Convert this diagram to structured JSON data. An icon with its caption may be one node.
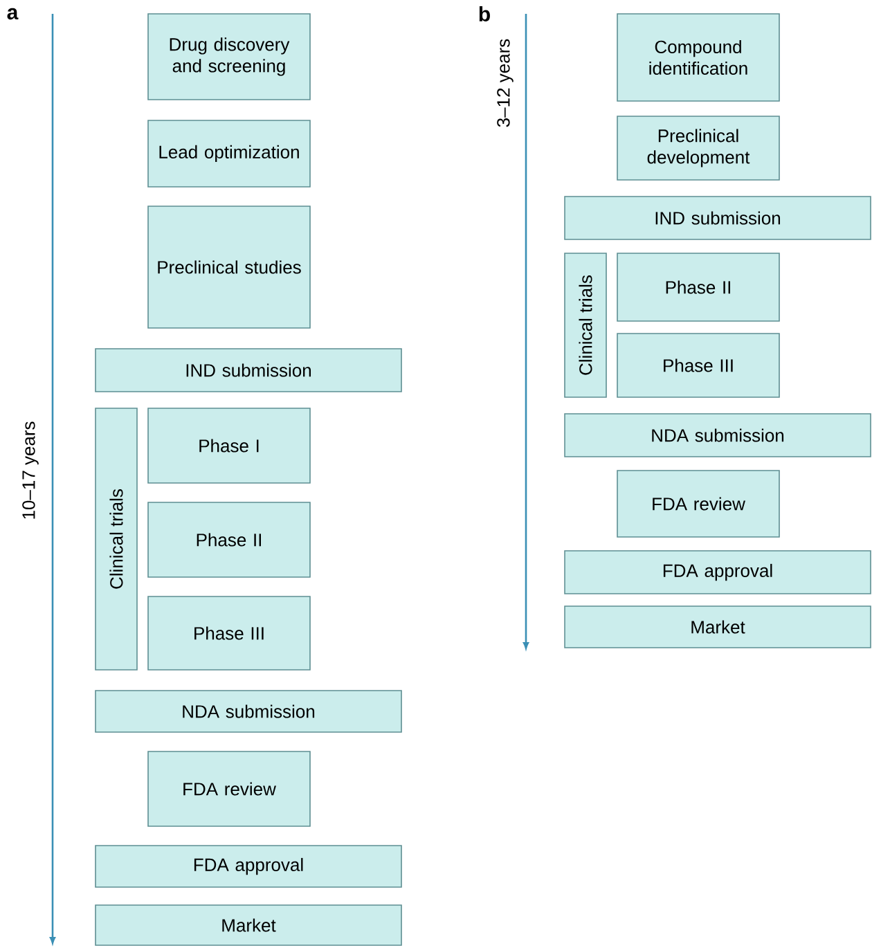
{
  "diagram": {
    "nodes": [
      {
        "text": [
          "Drug discovery and screening"
        ]
      },
      {
        "text": [
          "Lead optimization"
        ]
      },
      {
        "text": [
          "Preclinical studies"
        ]
      },
      {
        "text": [
          "IND submission"
        ]
      },
      {
        "text": [
          "Clinical trials"
        ]
      },
      {
        "text": [
          "Phase I"
        ]
      },
      {
        "text": [
          "Phase II"
        ]
      },
      {
        "text": [
          "Phase III"
        ]
      },
      {
        "text": [
          "NDA submission"
        ]
      },
      {
        "text": [
          "FDA review"
        ]
      },
      {
        "text": [
          "FDA approval"
        ]
      },
      {
        "text": [
          "Market"
        ]
      },
      {
        "text": [
          "Compound identification"
        ]
      },
      {
        "text": [
          "Preclinical development"
        ]
      },
      {
        "text": [
          "IND submission"
        ]
      },
      {
        "text": [
          "Clinical trials"
        ]
      },
      {
        "text": [
          "Phase II"
        ]
      },
      {
        "text": [
          "Phase III"
        ]
      },
      {
        "text": [
          "NDA submission"
        ]
      },
      {
        "text": [
          "FDA review"
        ]
      },
      {
        "text": [
          "FDA approval"
        ]
      },
      {
        "text": [
          "Market"
        ]
      }
    ],
    "labels": [
      "a",
      "10–17 years",
      "b",
      "3–12 years"
    ]
  }
}
